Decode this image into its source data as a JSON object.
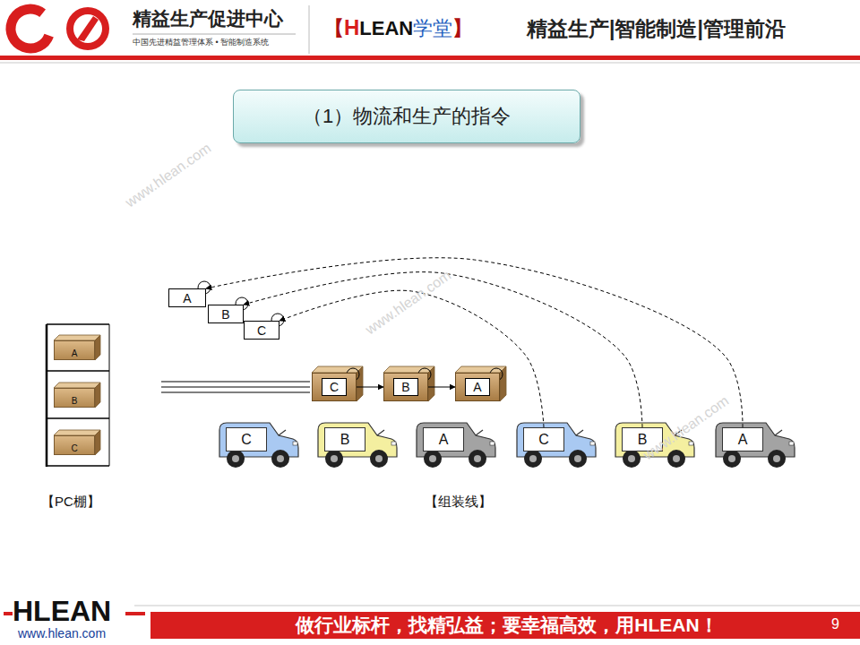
{
  "diagram": {
    "title": "（1）物流和生产的指令",
    "nodes": [
      {
        "text": [
          "A"
        ]
      },
      {
        "text": [
          "B"
        ]
      },
      {
        "text": [
          "C"
        ]
      },
      {
        "text": [
          "A"
        ]
      },
      {
        "text": [
          "B"
        ]
      },
      {
        "text": [
          "C"
        ]
      },
      {
        "text": [
          "C"
        ]
      },
      {
        "text": [
          "B"
        ]
      },
      {
        "text": [
          "A"
        ]
      },
      {
        "text": [
          "C"
        ]
      },
      {
        "text": [
          "B"
        ]
      },
      {
        "text": [
          "A"
        ]
      },
      {
        "text": [
          "C"
        ]
      },
      {
        "text": [
          "B"
        ]
      },
      {
        "text": [
          "A"
        ]
      }
    ],
    "edges": [
      {
        "from": 6,
        "to": 7,
        "arrow": "to"
      },
      {
        "from": 7,
        "to": 8,
        "arrow": "to"
      },
      {
        "from": 12,
        "to": 2,
        "arrow": "to"
      },
      {
        "from": 13,
        "to": 1,
        "arrow": "to"
      },
      {
        "from": 14,
        "to": 0,
        "arrow": "to"
      }
    ],
    "labels": [
      "精益生产促进中心",
      "中国先进精益管理体系 • 智能制造系统",
      "【",
      "H",
      "LEAN",
      "学堂",
      "】",
      "精益生产|智能制造|管理前沿",
      "www.hlean.com",
      "www.hlean.com",
      "www.hlean.com",
      "【PC棚】",
      "【组装线】",
      "HLEAN",
      "www.hlean.com",
      "做行业标杆，找精弘益；要幸福高效，用HLEAN！",
      "9"
    ]
  }
}
